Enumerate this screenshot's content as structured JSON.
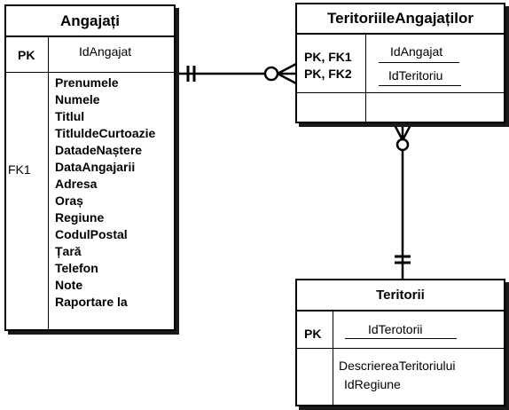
{
  "angajati": {
    "title": "Angajați",
    "pk_label": "PK",
    "pk_field": "IdAngajat",
    "fk_label": "FK1",
    "attributes": [
      "Prenumele",
      "Numele",
      "Titlul",
      "TitluldeCurtoazie",
      "DatadeNaștere",
      "DataAngajarii",
      "Adresa",
      "Oraș",
      "Regiune",
      "CodulPostal",
      "Țară",
      "Telefon",
      "Note",
      "Raportare la"
    ]
  },
  "teritoriile_angajatilor": {
    "title": "TeritoriileAngajaților",
    "key_labels": [
      "PK, FK1",
      "PK, FK2"
    ],
    "key_fields": [
      "IdAngajat",
      "IdTeritoriu"
    ]
  },
  "teritorii": {
    "title": "Teritorii",
    "pk_label": "PK",
    "pk_field": "IdTerotorii",
    "attributes": [
      "DescriereaTeritoriului",
      "IdRegiune"
    ]
  }
}
